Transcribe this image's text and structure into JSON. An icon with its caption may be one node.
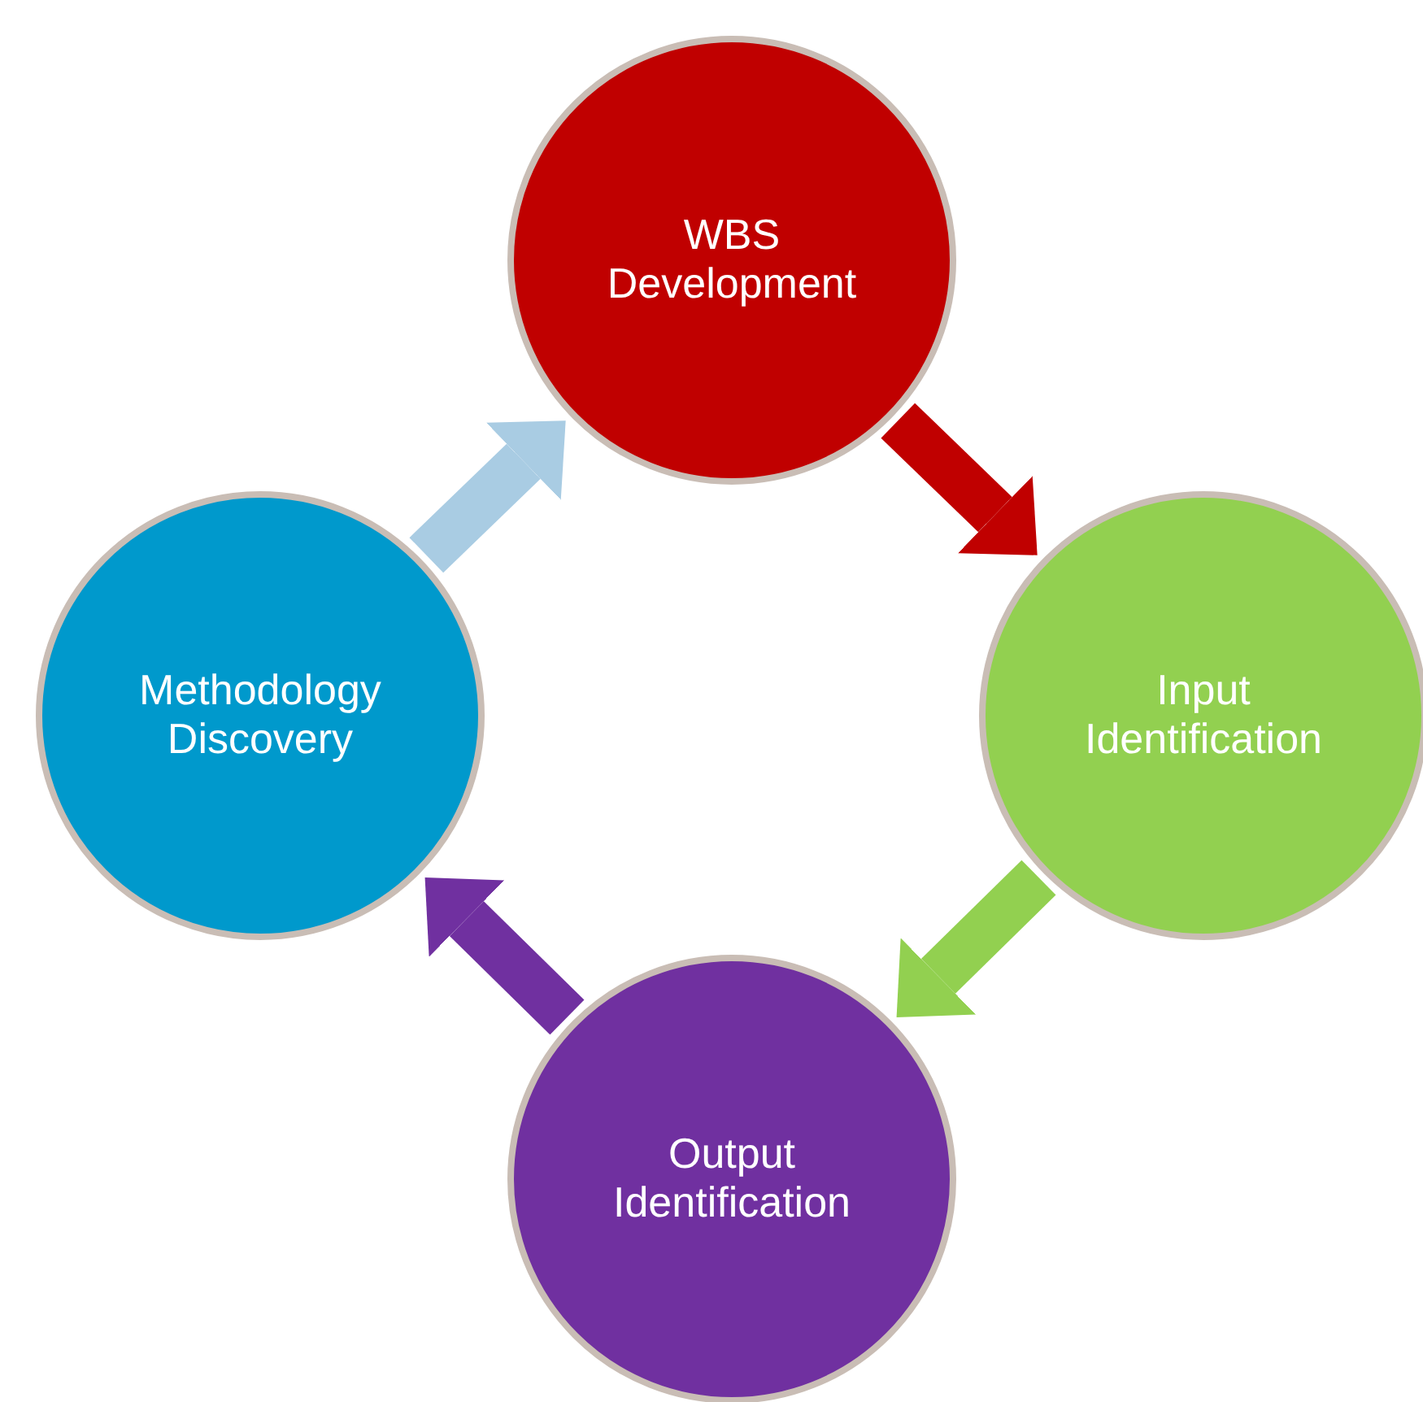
{
  "diagram": {
    "nodes": [
      {
        "text": [
          "WBS Development"
        ]
      },
      {
        "text": [
          "Input Identification"
        ]
      },
      {
        "text": [
          "Output Identification"
        ]
      },
      {
        "text": [
          "Methodology Discovery"
        ]
      }
    ],
    "edges": [
      {
        "from": 0,
        "to": 1,
        "arrow": "to",
        "color": "#c00000"
      },
      {
        "from": 1,
        "to": 2,
        "arrow": "to",
        "color": "#92d050"
      },
      {
        "from": 2,
        "to": 3,
        "arrow": "to",
        "color": "#7030a0"
      },
      {
        "from": 3,
        "to": 0,
        "arrow": "to",
        "color": "#a9cce3"
      }
    ]
  }
}
